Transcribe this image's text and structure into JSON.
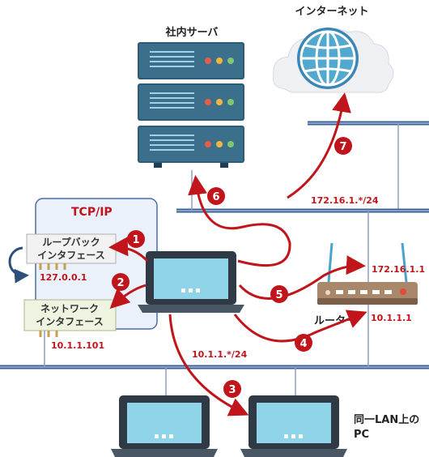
{
  "nodes": {
    "server": {
      "label": "社内サーバ"
    },
    "internet": {
      "label": "インターネット"
    },
    "tcpip": {
      "label": "TCP/IP"
    },
    "loopback": {
      "line1": "ループバック",
      "line2": "インタフェース",
      "ip": "127.0.0.1"
    },
    "nic": {
      "line1": "ネットワーク",
      "line2": "インタフェース",
      "ip": "10.1.1.101"
    },
    "router": {
      "label": "ルーター",
      "ip_inner": "10.1.1.1",
      "ip_outer": "172.16.1.1"
    },
    "lan_pc": {
      "line1": "同一LAN上の",
      "line2": "PC"
    }
  },
  "networks": {
    "dmz": "172.16.1.*/24",
    "lan": "10.1.1.*/24"
  },
  "steps": [
    "1",
    "2",
    "3",
    "4",
    "5",
    "6",
    "7"
  ],
  "colors": {
    "accent_red": "#c0151b",
    "network_line": "#3a5f95",
    "server_body": "#2c5c78",
    "screen": "#8fd4e8",
    "tcpip_border": "#4a6ea8",
    "label_red": "#c0151b"
  }
}
